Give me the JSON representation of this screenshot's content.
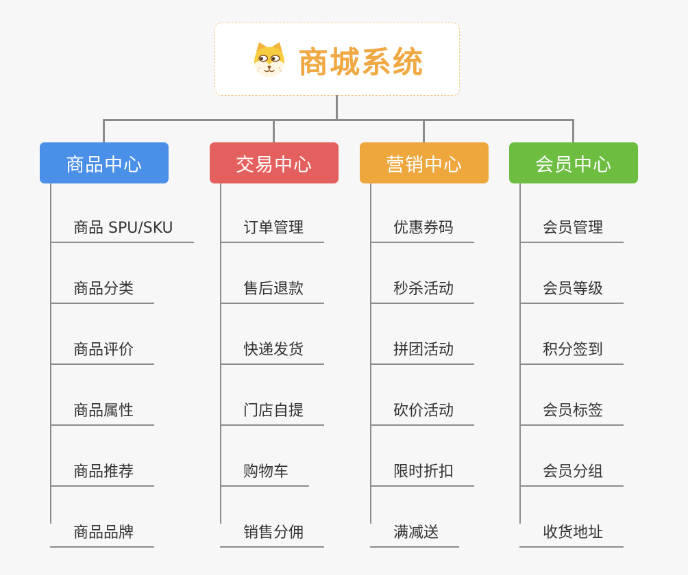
{
  "palette": {
    "background": "#F7F7F7",
    "connector": "#8C8C8C",
    "root_accent": "#F0A843",
    "root_border": "#F2C988",
    "leaf_text": "#333333",
    "branch_label_text": "#FFFFFF"
  },
  "root": {
    "title": "商城系统",
    "icon": "dog-face-icon"
  },
  "branches": [
    {
      "id": "product-center",
      "label": "商品中心",
      "color": "#4A8FE8",
      "items": [
        "商品 SPU/SKU",
        "商品分类",
        "商品评价",
        "商品属性",
        "商品推荐",
        "商品品牌"
      ]
    },
    {
      "id": "trade-center",
      "label": "交易中心",
      "color": "#E4605E",
      "items": [
        "订单管理",
        "售后退款",
        "快递发货",
        "门店自提",
        "购物车",
        "销售分佣"
      ]
    },
    {
      "id": "marketing-center",
      "label": "营销中心",
      "color": "#EDA73D",
      "items": [
        "优惠券码",
        "秒杀活动",
        "拼团活动",
        "砍价活动",
        "限时折扣",
        "满减送"
      ]
    },
    {
      "id": "member-center",
      "label": "会员中心",
      "color": "#6DBE40",
      "items": [
        "会员管理",
        "会员等级",
        "积分签到",
        "会员标签",
        "会员分组",
        "收货地址"
      ]
    }
  ]
}
